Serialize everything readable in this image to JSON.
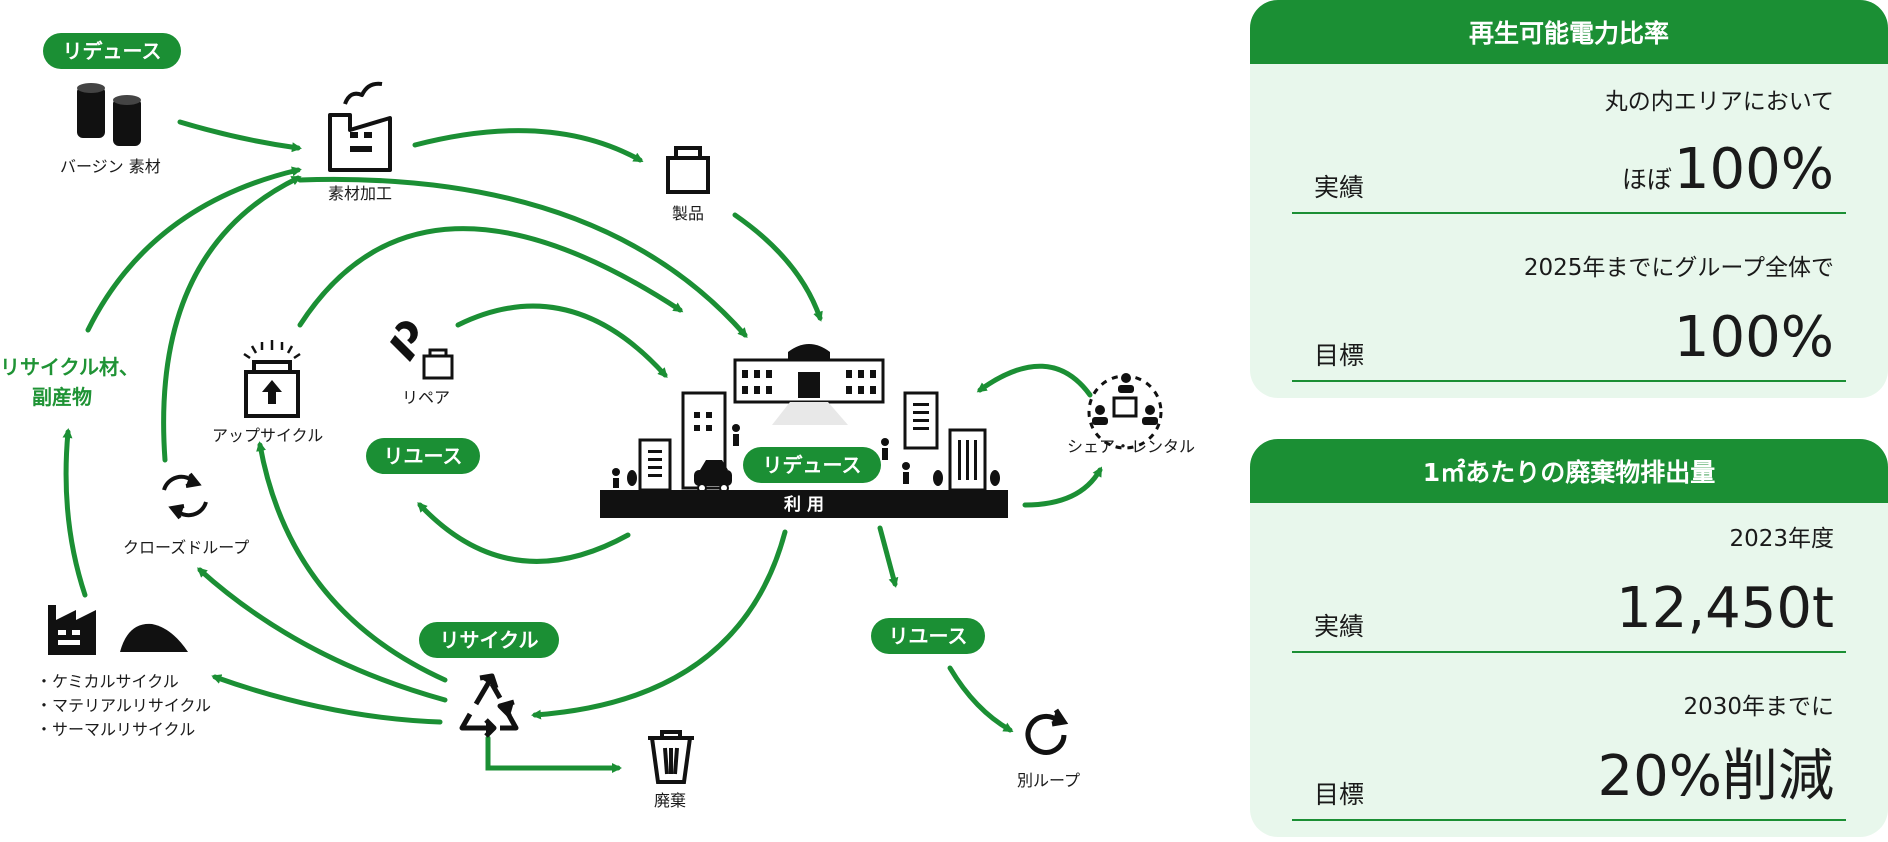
{
  "diagram": {
    "tags": {
      "reduce_top": "リデュース",
      "reuse_left": "リユース",
      "reduce_center": "リデュース",
      "recycle": "リサイクル",
      "reuse_right": "リユース"
    },
    "labels": {
      "virgin": "バージン 素材",
      "processing": "素材加工",
      "product": "製品",
      "repair": "リペア",
      "upcycle": "アップサイクル",
      "closed_loop": "クローズドループ",
      "share_rental": "シェア・レンタル",
      "use": "利 用",
      "disposal": "廃棄",
      "other_loop": "別ループ",
      "recycled_material_1": "リサイクル材、",
      "recycled_material_2": "副産物",
      "chem": "・ケミカルサイクル",
      "material": "・マテリアルリサイクル",
      "thermal": "・サーマルリサイクル"
    }
  },
  "panels": {
    "renewable": {
      "title": "再生可能電力比率",
      "actual_kind": "実績",
      "actual_sub": "丸の内エリアにおいて",
      "actual_prefix": "ほぼ",
      "actual_value": "100%",
      "target_kind": "目標",
      "target_sub": "2025年までにグループ全体で",
      "target_value": "100%"
    },
    "waste": {
      "title": "1㎡あたりの廃棄物排出量",
      "actual_kind": "実績",
      "actual_sub": "2023年度",
      "actual_value": "12,450t",
      "target_kind": "目標",
      "target_sub": "2030年までに",
      "target_value": "20%削減"
    }
  },
  "colors": {
    "green": "#1b8f34",
    "panel_bg": "#e8f7ec"
  }
}
